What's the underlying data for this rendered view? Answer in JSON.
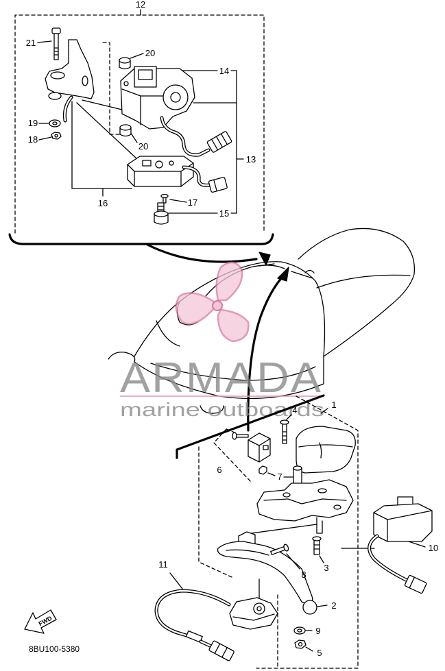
{
  "callouts": {
    "p12": "12",
    "p21": "21",
    "p20_top": "20",
    "p14": "14",
    "p20_bottom": "20",
    "p19": "19",
    "p18": "18",
    "p13": "13",
    "p16": "16",
    "p17": "17",
    "p15": "15",
    "p1": "1",
    "p4": "4",
    "p6": "6",
    "p7": "7",
    "p10": "10",
    "p11": "11",
    "p8": "8",
    "p3": "3",
    "p2": "2",
    "p9": "9",
    "p5": "5"
  },
  "diagram_code": "8BU100-5380",
  "fwd_arrow": {
    "label": "FWD",
    "icon": "forward-arrow-icon"
  },
  "watermark": {
    "brand": "ARMADA",
    "tagline": "marine outboards",
    "logo": "propeller-logo-icon",
    "text_color": "#8a8a8a",
    "logo_color": "#e89ab8"
  },
  "colors": {
    "line": "#000000",
    "background": "#ffffff"
  }
}
